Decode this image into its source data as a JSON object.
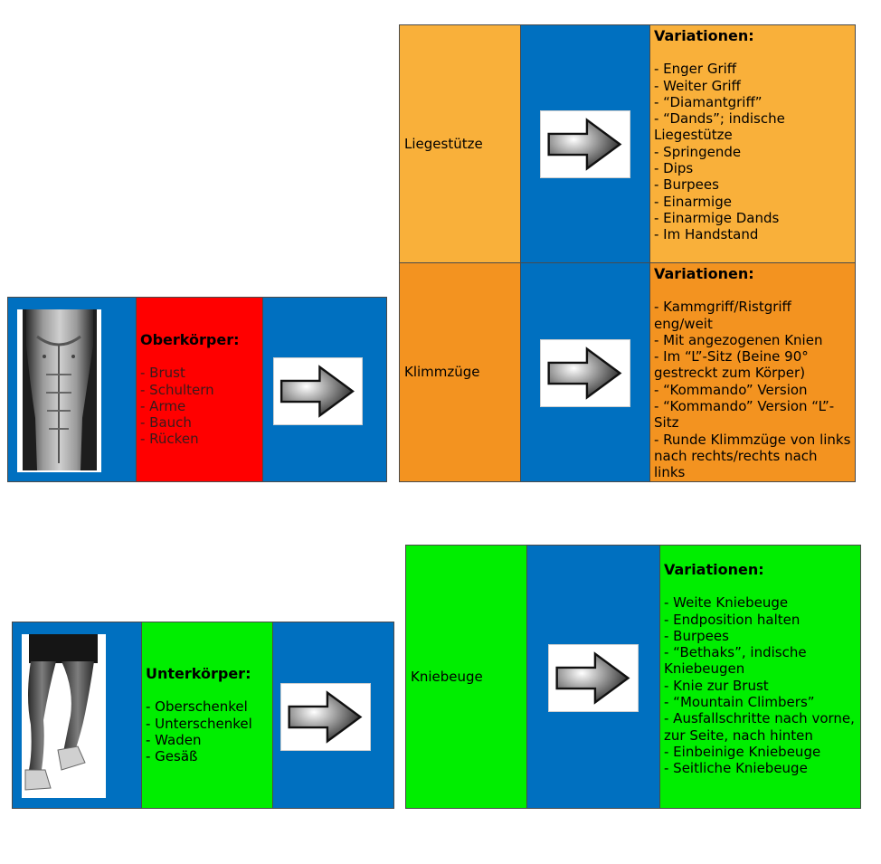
{
  "upper_body": {
    "title": "Oberkörper:",
    "items": [
      "- Brust",
      "- Schultern",
      "- Arme",
      "- Bauch",
      "- Rücken"
    ]
  },
  "lower_body": {
    "title": "Unterkörper:",
    "items": [
      "- Oberschenkel",
      "- Unterschenkel",
      "- Waden",
      "- Gesäß"
    ]
  },
  "exercises": [
    {
      "label": "Liegestütze",
      "heading": "Variationen:",
      "items": [
        "- Enger Griff",
        "- Weiter Griff",
        "- “Diamantgriff”",
        "- “Dands”; indische Liegestütze",
        "- Springende",
        "- Dips",
        "- Burpees",
        "- Einarmige",
        "- Einarmige Dands",
        "- Im Handstand"
      ]
    },
    {
      "label": "Klimmzüge",
      "heading": "Variationen:",
      "items": [
        "- Kammgriff/Ristgriff eng/weit",
        "- Mit angezogenen Knien",
        "- Im “L”-Sitz (Beine 90° gestreckt zum Körper)",
        "- “Kommando” Version",
        "- “Kommando” Version “L”-Sitz",
        "- Runde Klimmzüge von links nach rechts/rechts nach links"
      ]
    },
    {
      "label": "Kniebeuge",
      "heading": "Variationen:",
      "items": [
        "- Weite Kniebeuge",
        "- Endposition halten",
        "- Burpees",
        "- “Bethaks”, indische Kniebeugen",
        "- Knie zur Brust",
        "- “Mountain Climbers”",
        "- Ausfallschritte nach vorne, zur Seite, nach hinten",
        "- Einbeinige Kniebeuge",
        "- Seitliche Kniebeuge"
      ]
    }
  ],
  "colors": {
    "blue": "#0070c0",
    "red": "#ff0000",
    "green": "#00ee00",
    "orange_light": "#f9b03a",
    "orange_dark": "#f39320"
  },
  "icons": {
    "arrow": "right-arrow-icon",
    "torso": "torso-photo",
    "legs": "legs-photo"
  }
}
